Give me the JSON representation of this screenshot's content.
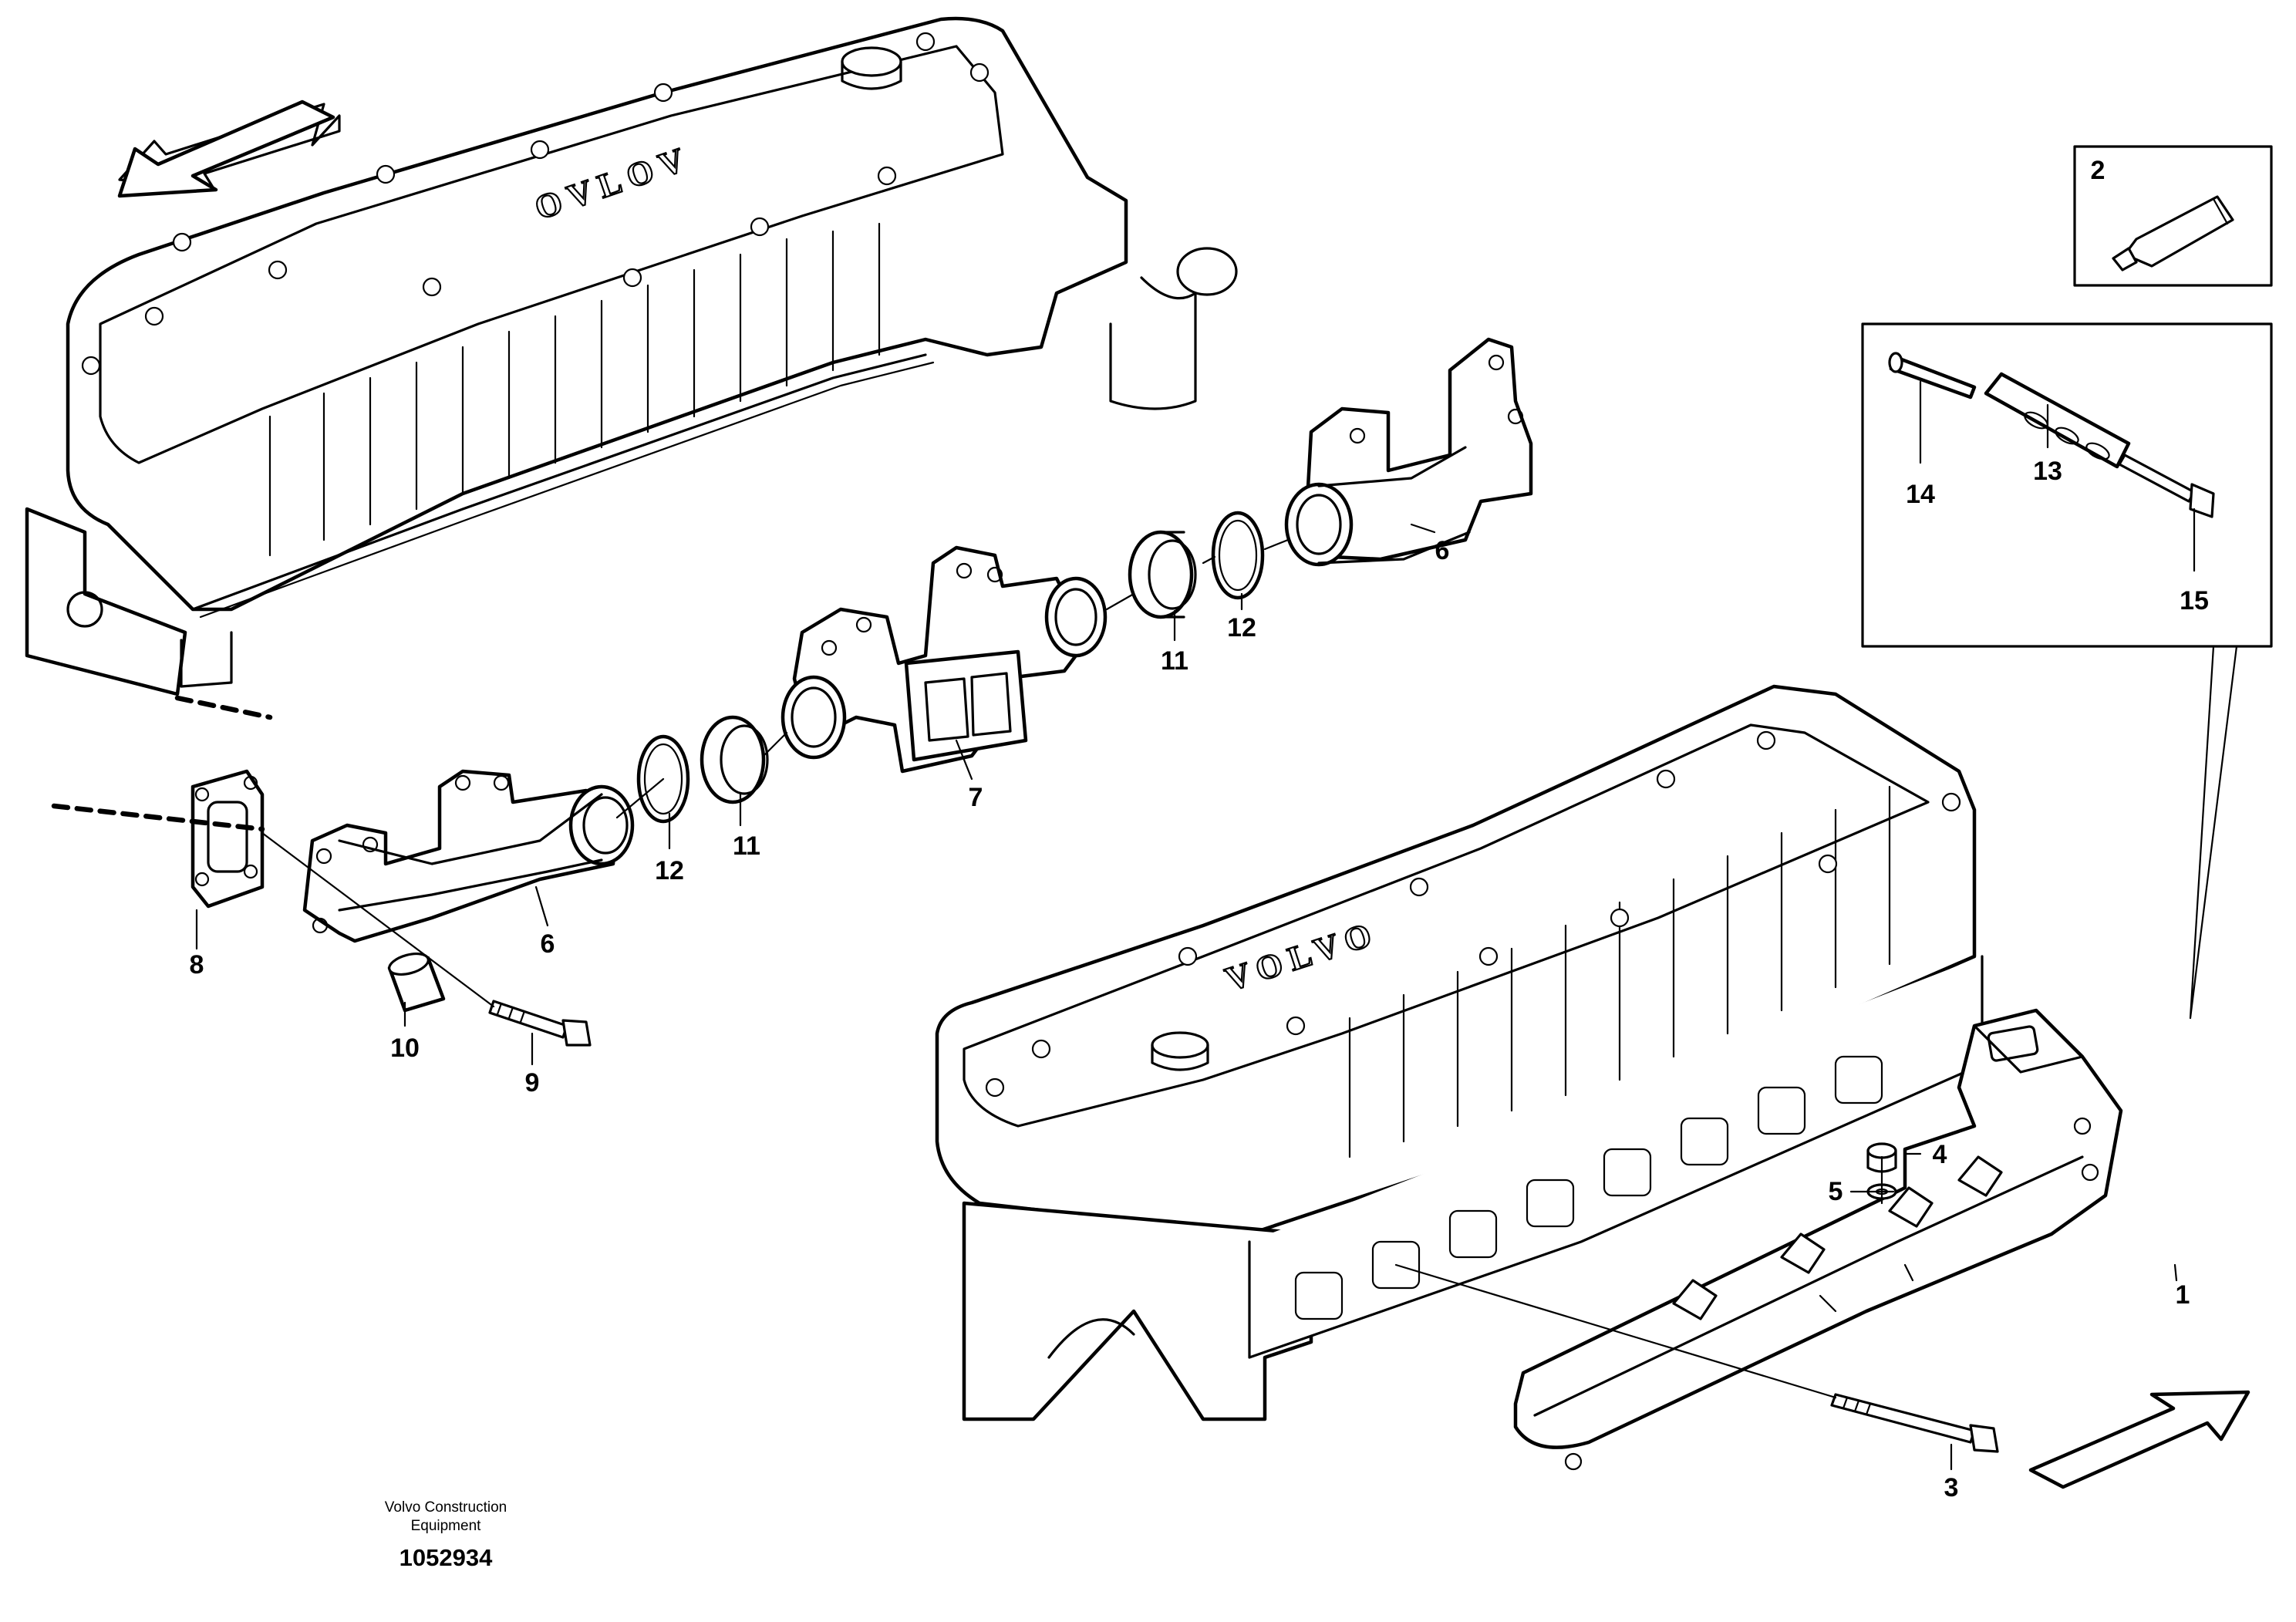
{
  "brand": {
    "engine_left": "OVLOV",
    "engine_right": "VOLVO"
  },
  "callouts": {
    "c1": "1",
    "c2": "2",
    "c3": "3",
    "c4": "4",
    "c5": "5",
    "c6a": "6",
    "c6b": "6",
    "c7": "7",
    "c8": "8",
    "c9": "9",
    "c10": "10",
    "c11a": "11",
    "c11b": "11",
    "c12a": "12",
    "c12b": "12",
    "c13": "13",
    "c14": "14",
    "c15": "15"
  },
  "footer": {
    "company_line1": "Volvo Construction",
    "company_line2": "Equipment",
    "drawing_id": "1052934"
  }
}
